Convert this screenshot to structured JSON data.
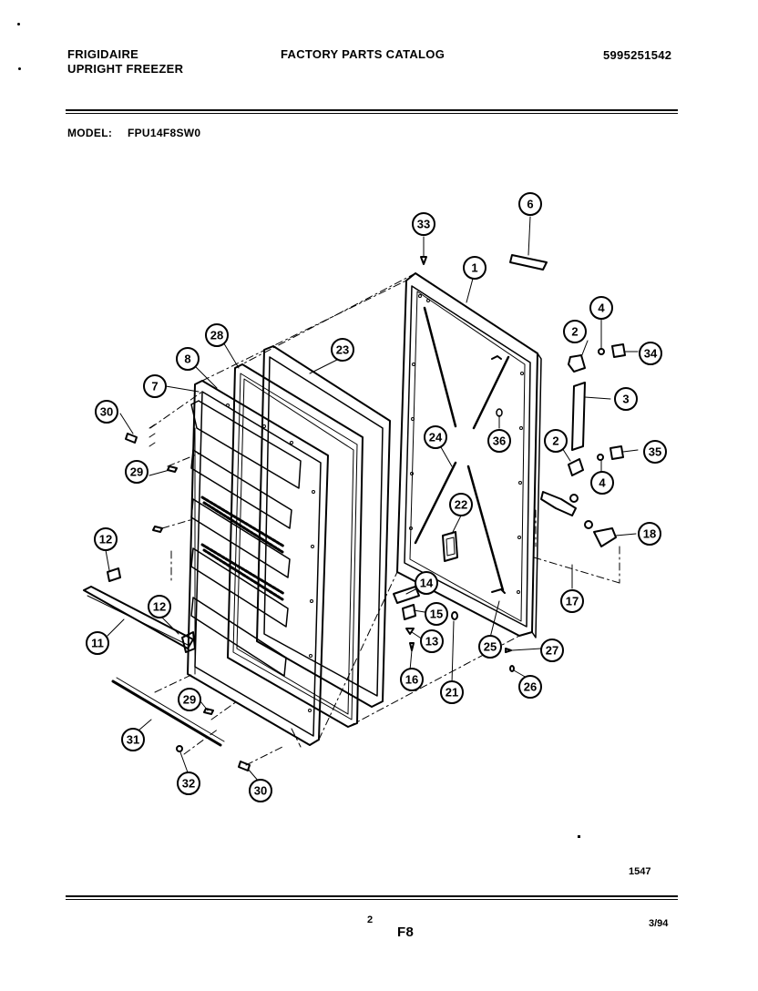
{
  "header": {
    "brand": "FRIGIDAIRE",
    "product": "UPRIGHT FREEZER",
    "catalog_title": "FACTORY PARTS CATALOG",
    "catalog_number": "5995251542",
    "model_label": "MODEL:",
    "model_value": "FPU14F8SW0"
  },
  "diagram": {
    "callouts": [
      "1",
      "2",
      "2",
      "3",
      "4",
      "4",
      "6",
      "7",
      "8",
      "11",
      "12",
      "12",
      "13",
      "14",
      "15",
      "16",
      "17",
      "18",
      "21",
      "22",
      "23",
      "24",
      "25",
      "26",
      "27",
      "28",
      "29",
      "29",
      "30",
      "30",
      "31",
      "32",
      "33",
      "34",
      "35",
      "36"
    ]
  },
  "footer": {
    "drawing_id": "1547",
    "page_number": "2",
    "figure_code": "F8",
    "date": "3/94"
  }
}
